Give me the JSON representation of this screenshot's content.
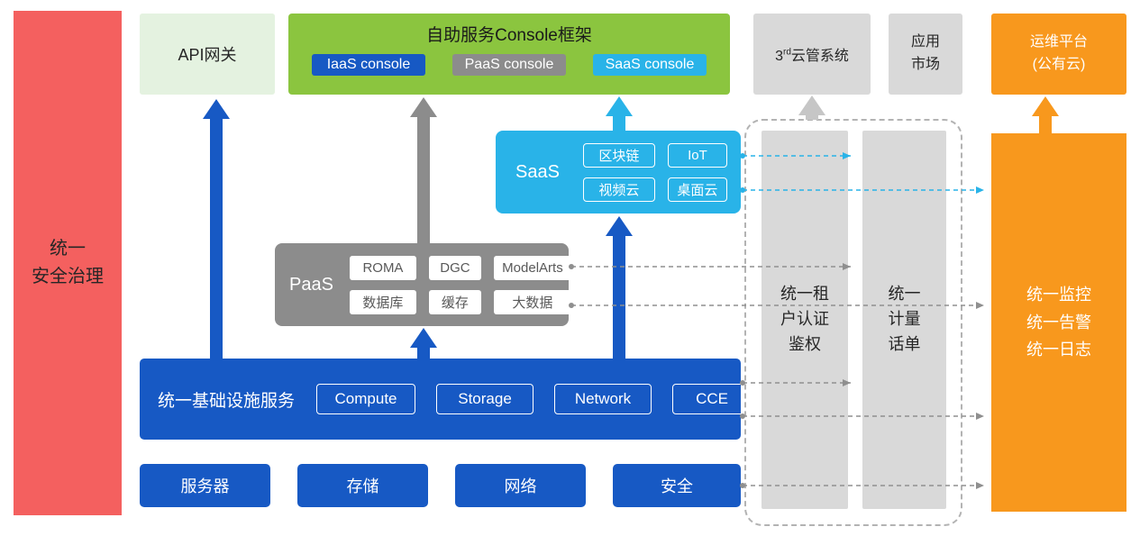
{
  "colors": {
    "red": "#f4605f",
    "paleGreen": "#e4f2e0",
    "green": "#8bc53f",
    "blue": "#1759c4",
    "cyan": "#29b3e8",
    "gray": "#8c8c8c",
    "lightGray": "#d9d9d9",
    "orange": "#f8981d",
    "dashGray": "#8f8f8f",
    "arrowLightGray": "#c6c6c6",
    "dashedBorder": "#b3b3b3",
    "textDark": "#262626",
    "white": "#ffffff"
  },
  "security_bar": {
    "lines": [
      "统一",
      "安全治理"
    ]
  },
  "api_gateway": {
    "label": "API网关"
  },
  "console_frame": {
    "title": "自助服务Console框架",
    "buttons": [
      {
        "label": "IaaS console"
      },
      {
        "label": "PaaS console"
      },
      {
        "label": "SaaS console"
      }
    ]
  },
  "cloud_mgmt": {
    "num": "3",
    "sup": "rd",
    "text": "云管系统"
  },
  "app_market": {
    "lines": [
      "应用",
      "市场"
    ]
  },
  "ops_platform": {
    "lines": [
      "运维平台",
      "(公有云)"
    ]
  },
  "saas": {
    "label": "SaaS",
    "chips": [
      "区块链",
      "IoT",
      "视频云",
      "桌面云"
    ]
  },
  "paas": {
    "label": "PaaS",
    "chips": [
      "ROMA",
      "DGC",
      "ModelArts",
      "数据库",
      "缓存",
      "大数据"
    ]
  },
  "infra": {
    "label": "统一基础设施服务",
    "chips": [
      "Compute",
      "Storage",
      "Network",
      "CCE"
    ]
  },
  "resources": [
    "服务器",
    "存储",
    "网络",
    "安全"
  ],
  "auth_bar": {
    "lines": [
      "统一租",
      "户认证",
      "鉴权"
    ]
  },
  "billing_bar": {
    "lines": [
      "统一",
      "计量",
      "话单"
    ]
  },
  "monitor_bar": {
    "lines": [
      "统一监控",
      "统一告警",
      "统一日志"
    ]
  }
}
